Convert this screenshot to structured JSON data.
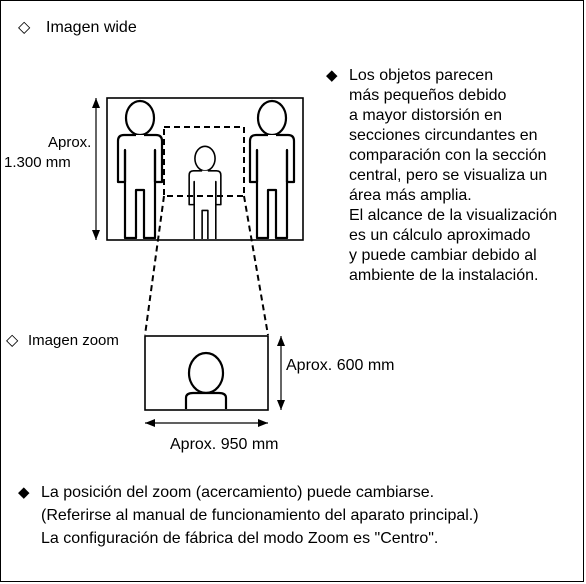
{
  "wide_section": {
    "marker": "◇",
    "title": "Imagen wide",
    "height_label_line1": "Aprox.",
    "height_label_line2": "1.300 mm"
  },
  "note": {
    "bullet": "◆",
    "lines": [
      "Los objetos parecen",
      "más pequeños debido",
      "a mayor distorsión en",
      "secciones circundantes en",
      "comparación con la sección",
      "central, pero se visualiza un",
      "área más amplia.",
      "El alcance de la visualización",
      "es un cálculo aproximado",
      "y puede cambiar debido al",
      "ambiente de la instalación."
    ]
  },
  "zoom_section": {
    "marker": "◇",
    "title": "Imagen zoom",
    "height_label": "Aprox. 600 mm",
    "width_label": "Aprox. 950 mm"
  },
  "footer": {
    "bullet": "◆",
    "lines": [
      "La posición del zoom (acercamiento) puede cambiarse.",
      "(Referirse al manual de funcionamiento del aparato principal.)",
      "La configuración de fábrica del modo Zoom es \"Centro\"."
    ]
  }
}
